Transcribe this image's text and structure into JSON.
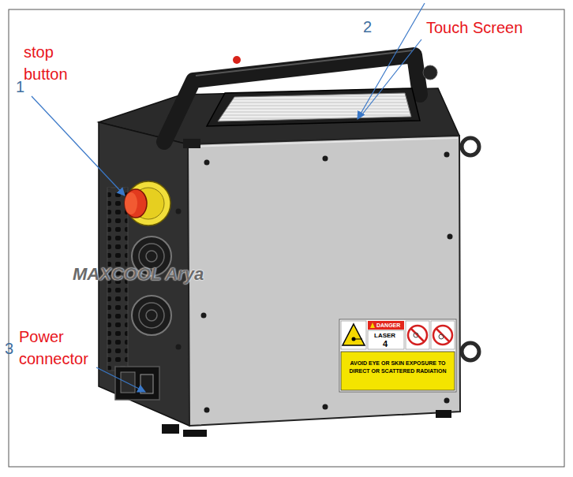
{
  "diagram": {
    "nodes": [
      {
        "text": [
          "DANGER",
          "LASER",
          "4",
          "AVOID EYE OR SKIN EXPOSURE TO DIRECT OR SCATTERED RADIATION"
        ]
      }
    ],
    "labels": [
      "stop button",
      "1",
      "2",
      "Touch Screen",
      "Power connector",
      "3",
      "MAXCOOL Arya"
    ]
  }
}
